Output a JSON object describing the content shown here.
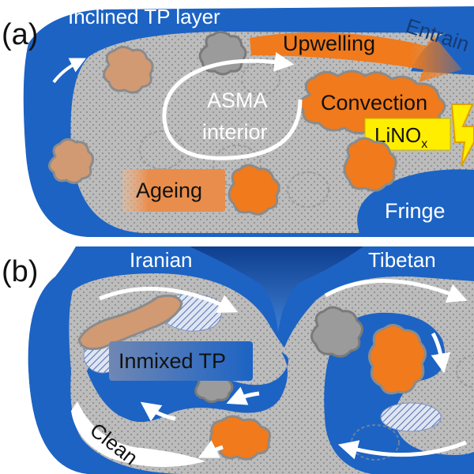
{
  "panel_a": {
    "label": "(a)",
    "title": "Inclined TP layer",
    "upwelling": "Upwelling",
    "entrainment": "Entrain",
    "asma_line1": "ASMA",
    "asma_line2": "interior",
    "convection": "Convection",
    "linox_main": "LiNO",
    "linox_sub": "x",
    "ageing": "Ageing",
    "fringe": "Fringe"
  },
  "panel_b": {
    "label": "(b)",
    "iranian": "Iranian",
    "tibetan": "Tibetan",
    "inmixed": "Inmixed TP",
    "clean": "Clean"
  },
  "colors": {
    "tp_blue": "#1c63c4",
    "asma_gray": "#b9b9b9",
    "convection_orange": "#f07a1c",
    "ageing_tan": "#d29a72",
    "lightning_yellow": "#ffee00",
    "arrow_white": "#ffffff"
  }
}
